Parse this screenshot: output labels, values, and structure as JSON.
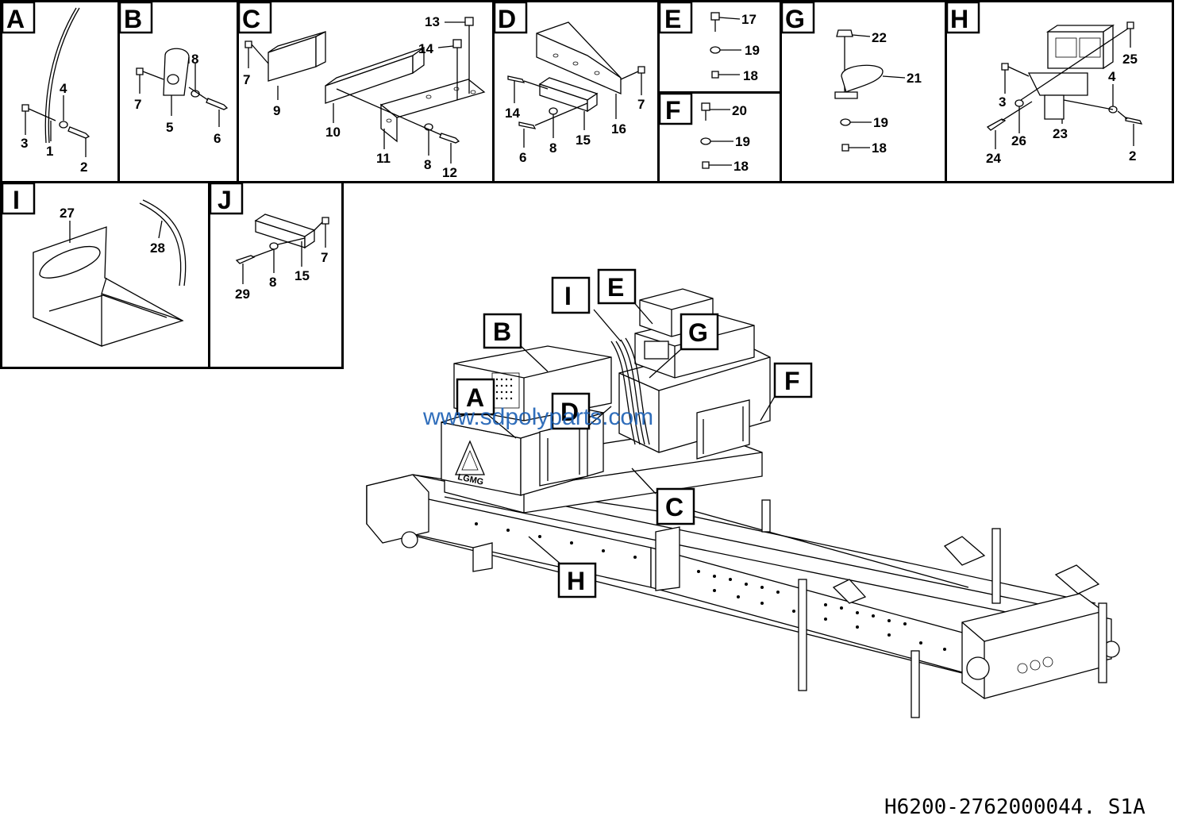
{
  "drawing_code": "H6200-2762000044. S1A",
  "watermark": "www.sdpolyparts.com",
  "panels": [
    {
      "letter": "A",
      "labels": [
        "4",
        "3",
        "1",
        "2"
      ]
    },
    {
      "letter": "B",
      "labels": [
        "8",
        "7",
        "5",
        "6"
      ]
    },
    {
      "letter": "C",
      "labels": [
        "13",
        "14",
        "7",
        "9",
        "10",
        "11",
        "8",
        "12"
      ]
    },
    {
      "letter": "D",
      "labels": [
        "14",
        "7",
        "15",
        "16",
        "6",
        "8"
      ]
    },
    {
      "letter": "E",
      "labels": [
        "17",
        "19",
        "18"
      ]
    },
    {
      "letter": "F",
      "labels": [
        "20",
        "19",
        "18"
      ]
    },
    {
      "letter": "G",
      "labels": [
        "22",
        "21",
        "19",
        "18"
      ]
    },
    {
      "letter": "H",
      "labels": [
        "25",
        "4",
        "3",
        "26",
        "23",
        "24",
        "2"
      ]
    },
    {
      "letter": "I",
      "labels": [
        "27",
        "28"
      ]
    },
    {
      "letter": "J",
      "labels": [
        "7",
        "15",
        "29",
        "8"
      ]
    }
  ],
  "main_callouts": [
    "I",
    "E",
    "B",
    "G",
    "F",
    "A",
    "D",
    "C",
    "H"
  ],
  "logo_text": "LGMG"
}
